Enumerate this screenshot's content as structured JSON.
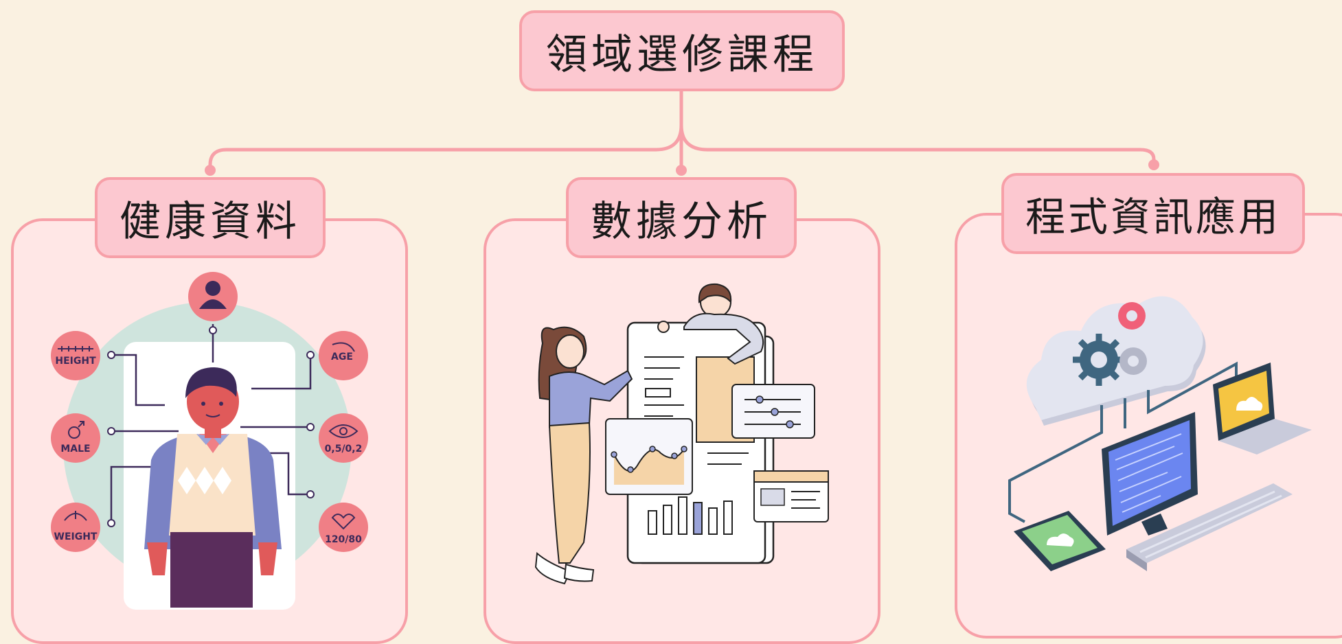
{
  "root": {
    "title": "領域選修課程"
  },
  "categories": [
    {
      "title": "健康資料",
      "badges": [
        "HEIGHT",
        "MALE",
        "WEIGHT",
        "AGE",
        "0,5/0,2",
        "120/80"
      ]
    },
    {
      "title": "數據分析"
    },
    {
      "title": "程式資訊應用"
    }
  ],
  "colors": {
    "background": "#faf1e1",
    "label": "#fcc8d0",
    "border": "#f7a0a8",
    "panel": "#ffe7e6",
    "badge": "#f07f86"
  }
}
